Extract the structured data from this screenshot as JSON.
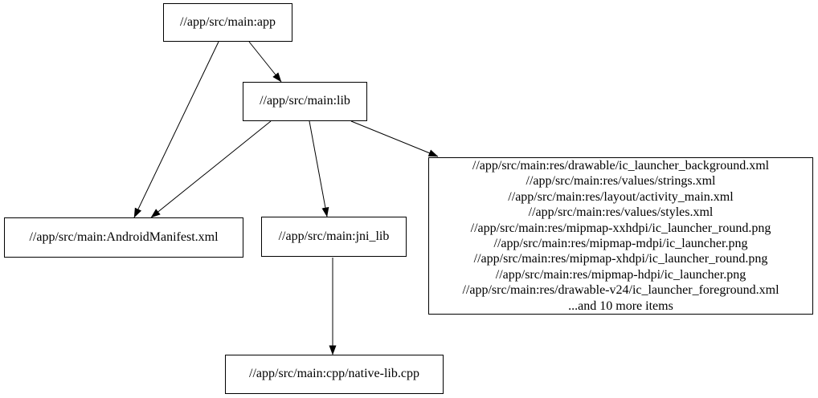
{
  "diagram": {
    "type": "directed-graph",
    "background_color": "#ffffff",
    "node_border_color": "#000000",
    "edge_color": "#000000",
    "nodes": {
      "app": {
        "label": "//app/src/main:app"
      },
      "lib": {
        "label": "//app/src/main:lib"
      },
      "manifest": {
        "label": "//app/src/main:AndroidManifest.xml"
      },
      "jni_lib": {
        "label": "//app/src/main:jni_lib"
      },
      "native": {
        "label": "//app/src/main:cpp/native-lib.cpp"
      },
      "res_group": {
        "lines": [
          "//app/src/main:res/drawable/ic_launcher_background.xml",
          "//app/src/main:res/values/strings.xml",
          "//app/src/main:res/layout/activity_main.xml",
          "//app/src/main:res/values/styles.xml",
          "//app/src/main:res/mipmap-xxhdpi/ic_launcher_round.png",
          "//app/src/main:res/mipmap-mdpi/ic_launcher.png",
          "//app/src/main:res/mipmap-xhdpi/ic_launcher_round.png",
          "//app/src/main:res/mipmap-hdpi/ic_launcher.png",
          "//app/src/main:res/drawable-v24/ic_launcher_foreground.xml",
          "...and 10 more items"
        ]
      }
    },
    "edges": [
      {
        "from": "//app/src/main:app",
        "to": "//app/src/main:lib"
      },
      {
        "from": "//app/src/main:app",
        "to": "//app/src/main:AndroidManifest.xml"
      },
      {
        "from": "//app/src/main:lib",
        "to": "//app/src/main:AndroidManifest.xml"
      },
      {
        "from": "//app/src/main:lib",
        "to": "//app/src/main:jni_lib"
      },
      {
        "from": "//app/src/main:lib",
        "to": "res_group"
      },
      {
        "from": "//app/src/main:jni_lib",
        "to": "//app/src/main:cpp/native-lib.cpp"
      }
    ]
  }
}
